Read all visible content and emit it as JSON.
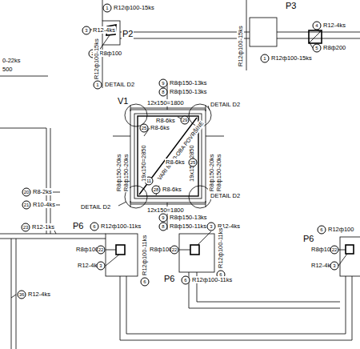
{
  "diagram": {
    "labels": [
      "1",
      "R12ф100-15ks",
      "3",
      "R12-4ks",
      "P2",
      "2",
      "R8ф100",
      "R12ф100-15ks",
      "1",
      "DETAIL D2",
      "0-22ks",
      "500",
      "P3",
      "4",
      "R12-4ks",
      "R12ф100-15ks",
      "5",
      "R8ф200",
      "1",
      "R12ф100-15ks",
      "V1",
      "12x150=1800",
      "9",
      "R8ф150-13ks",
      "8",
      "R8ф150-13ks",
      "DETAIL D2",
      "R8-6ks",
      "29",
      "25",
      "R8-6ks",
      "11",
      "VARI 8/150-OBA POVRŠINE",
      "19x150=2850",
      "19x150=2850",
      "R8ф150-20ks",
      "R8ф150-20ks",
      "R8ф150-20ks",
      "R8ф150-20ks",
      "R8-6ks",
      "25",
      "28",
      "R8-6ks",
      "DETAIL D2",
      "12x150=1800",
      "DETAIL D2",
      "9",
      "R8ф150-13ks",
      "8",
      "R8ф150-11ks",
      "3",
      "R12-4ks",
      "20",
      "R8-2ks",
      "21",
      "R10-4ks",
      "23",
      "R12-1ks",
      "36",
      "R12-4ks",
      "P6",
      "6",
      "R12ф100-11ks",
      "R8ф100",
      "22",
      "R12-4ks",
      "3",
      "R12ф100-11ks",
      "6",
      "R8ф100",
      "22",
      "R12ф100-11ks",
      "6",
      "P6",
      "6",
      "R12ф100-11ks",
      "P6",
      "6",
      "R12ф100",
      "R8ф100",
      "22",
      "R12-4ks",
      "3"
    ]
  }
}
